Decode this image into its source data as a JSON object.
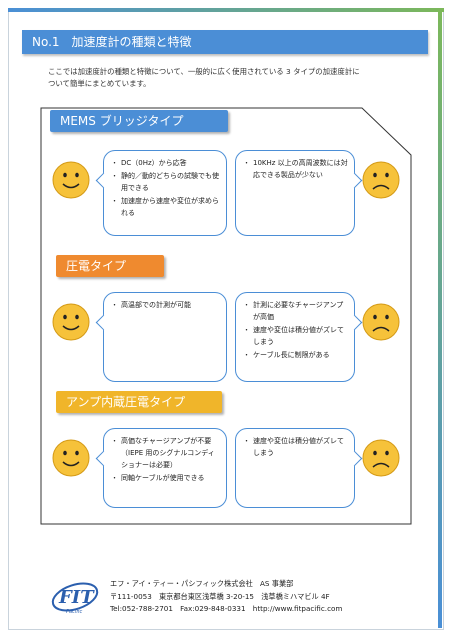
{
  "title": "No.1　加速度計の種類と特徴",
  "intro": [
    "ここでは加速度計の種類と特徴について、一般的に広く使用されている 3 タイプの加速度計に",
    "ついて簡単にまとめています。"
  ],
  "sections": [
    {
      "label": "MEMS ブリッジタイプ",
      "color": "#4b8ed6",
      "pros": [
        "DC（0Hz）から応答",
        "静的／動的どちらの試験でも使用できる",
        "加速度から速度や変位が求められる"
      ],
      "cons": [
        "10KHz 以上の高周波数には対応できる製品が少ない"
      ]
    },
    {
      "label": "圧電タイプ",
      "color": "#ef8a2f",
      "pros": [
        "高温部での計測が可能"
      ],
      "cons": [
        "計測に必要なチャージアンプが高価",
        "速度や変位は積分値がズレてしまう",
        "ケーブル長に制限がある"
      ]
    },
    {
      "label": "アンプ内蔵圧電タイプ",
      "color": "#f0b52a",
      "pros": [
        "高価なチャージアンプが不要（IEPE 用のシグナルコンディショナーは必要）",
        "同軸ケーブルが使用できる"
      ],
      "cons": [
        "速度や変位は積分値がズレてしまう"
      ]
    }
  ],
  "icons": {
    "happy": "smiley-face-icon",
    "sad": "sad-face-icon"
  },
  "footer": {
    "logo_text": "FIT Pacific",
    "company": "エフ・アイ・ティー・パシフィック株式会社　AS 事業部",
    "address": "〒111-0053　東京都台東区浅草橋 3-20-15　浅草橋ミハマビル 4F",
    "contact": "Tel:052-788-2701　Fax:029-848-0331　http://www.fitpacific.com"
  }
}
